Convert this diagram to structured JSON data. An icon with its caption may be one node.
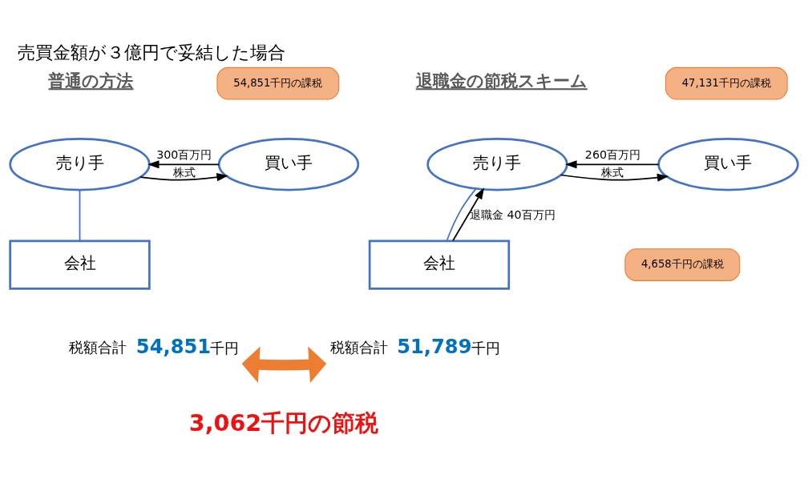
{
  "diagram": {
    "title": "売買金額が３億円で妥結した場合",
    "nodes": [
      {
        "text": [
          "54,851千円の課税"
        ]
      },
      {
        "text": [
          "売り手"
        ]
      },
      {
        "text": [
          "買い手"
        ]
      },
      {
        "text": [
          "会社"
        ]
      },
      {
        "text": [
          "47,131千円の課税"
        ]
      },
      {
        "text": [
          "売り手"
        ]
      },
      {
        "text": [
          "買い手"
        ]
      },
      {
        "text": [
          "会社"
        ]
      },
      {
        "text": [
          "4,658千円の課税"
        ]
      },
      {
        "text": [
          "税額合計 **54,851**千円"
        ]
      },
      {
        "text": [
          "税額合計 **51,789**千円"
        ]
      }
    ],
    "edges": [
      {
        "from": 2,
        "to": 1,
        "arrow": "to",
        "label": "300百万円"
      },
      {
        "from": 1,
        "to": 2,
        "arrow": "to",
        "label": "株式"
      },
      {
        "from": 1,
        "to": 3,
        "arrow": "none",
        "color": "#4472c4"
      },
      {
        "from": 6,
        "to": 5,
        "arrow": "to",
        "label": "260百万円"
      },
      {
        "from": 5,
        "to": 6,
        "arrow": "to",
        "label": "株式"
      },
      {
        "from": 5,
        "to": 7,
        "arrow": "none",
        "color": "#4472c4"
      },
      {
        "from": 7,
        "to": 5,
        "arrow": "to",
        "label": "退職金 40百万円"
      },
      {
        "from": 9,
        "to": 10,
        "arrow": "both",
        "style": "thick",
        "color": "#ed7d31"
      }
    ],
    "labels": [
      "普通の方法",
      "退職金の節税スキーム",
      "3,062千円の節税"
    ]
  }
}
